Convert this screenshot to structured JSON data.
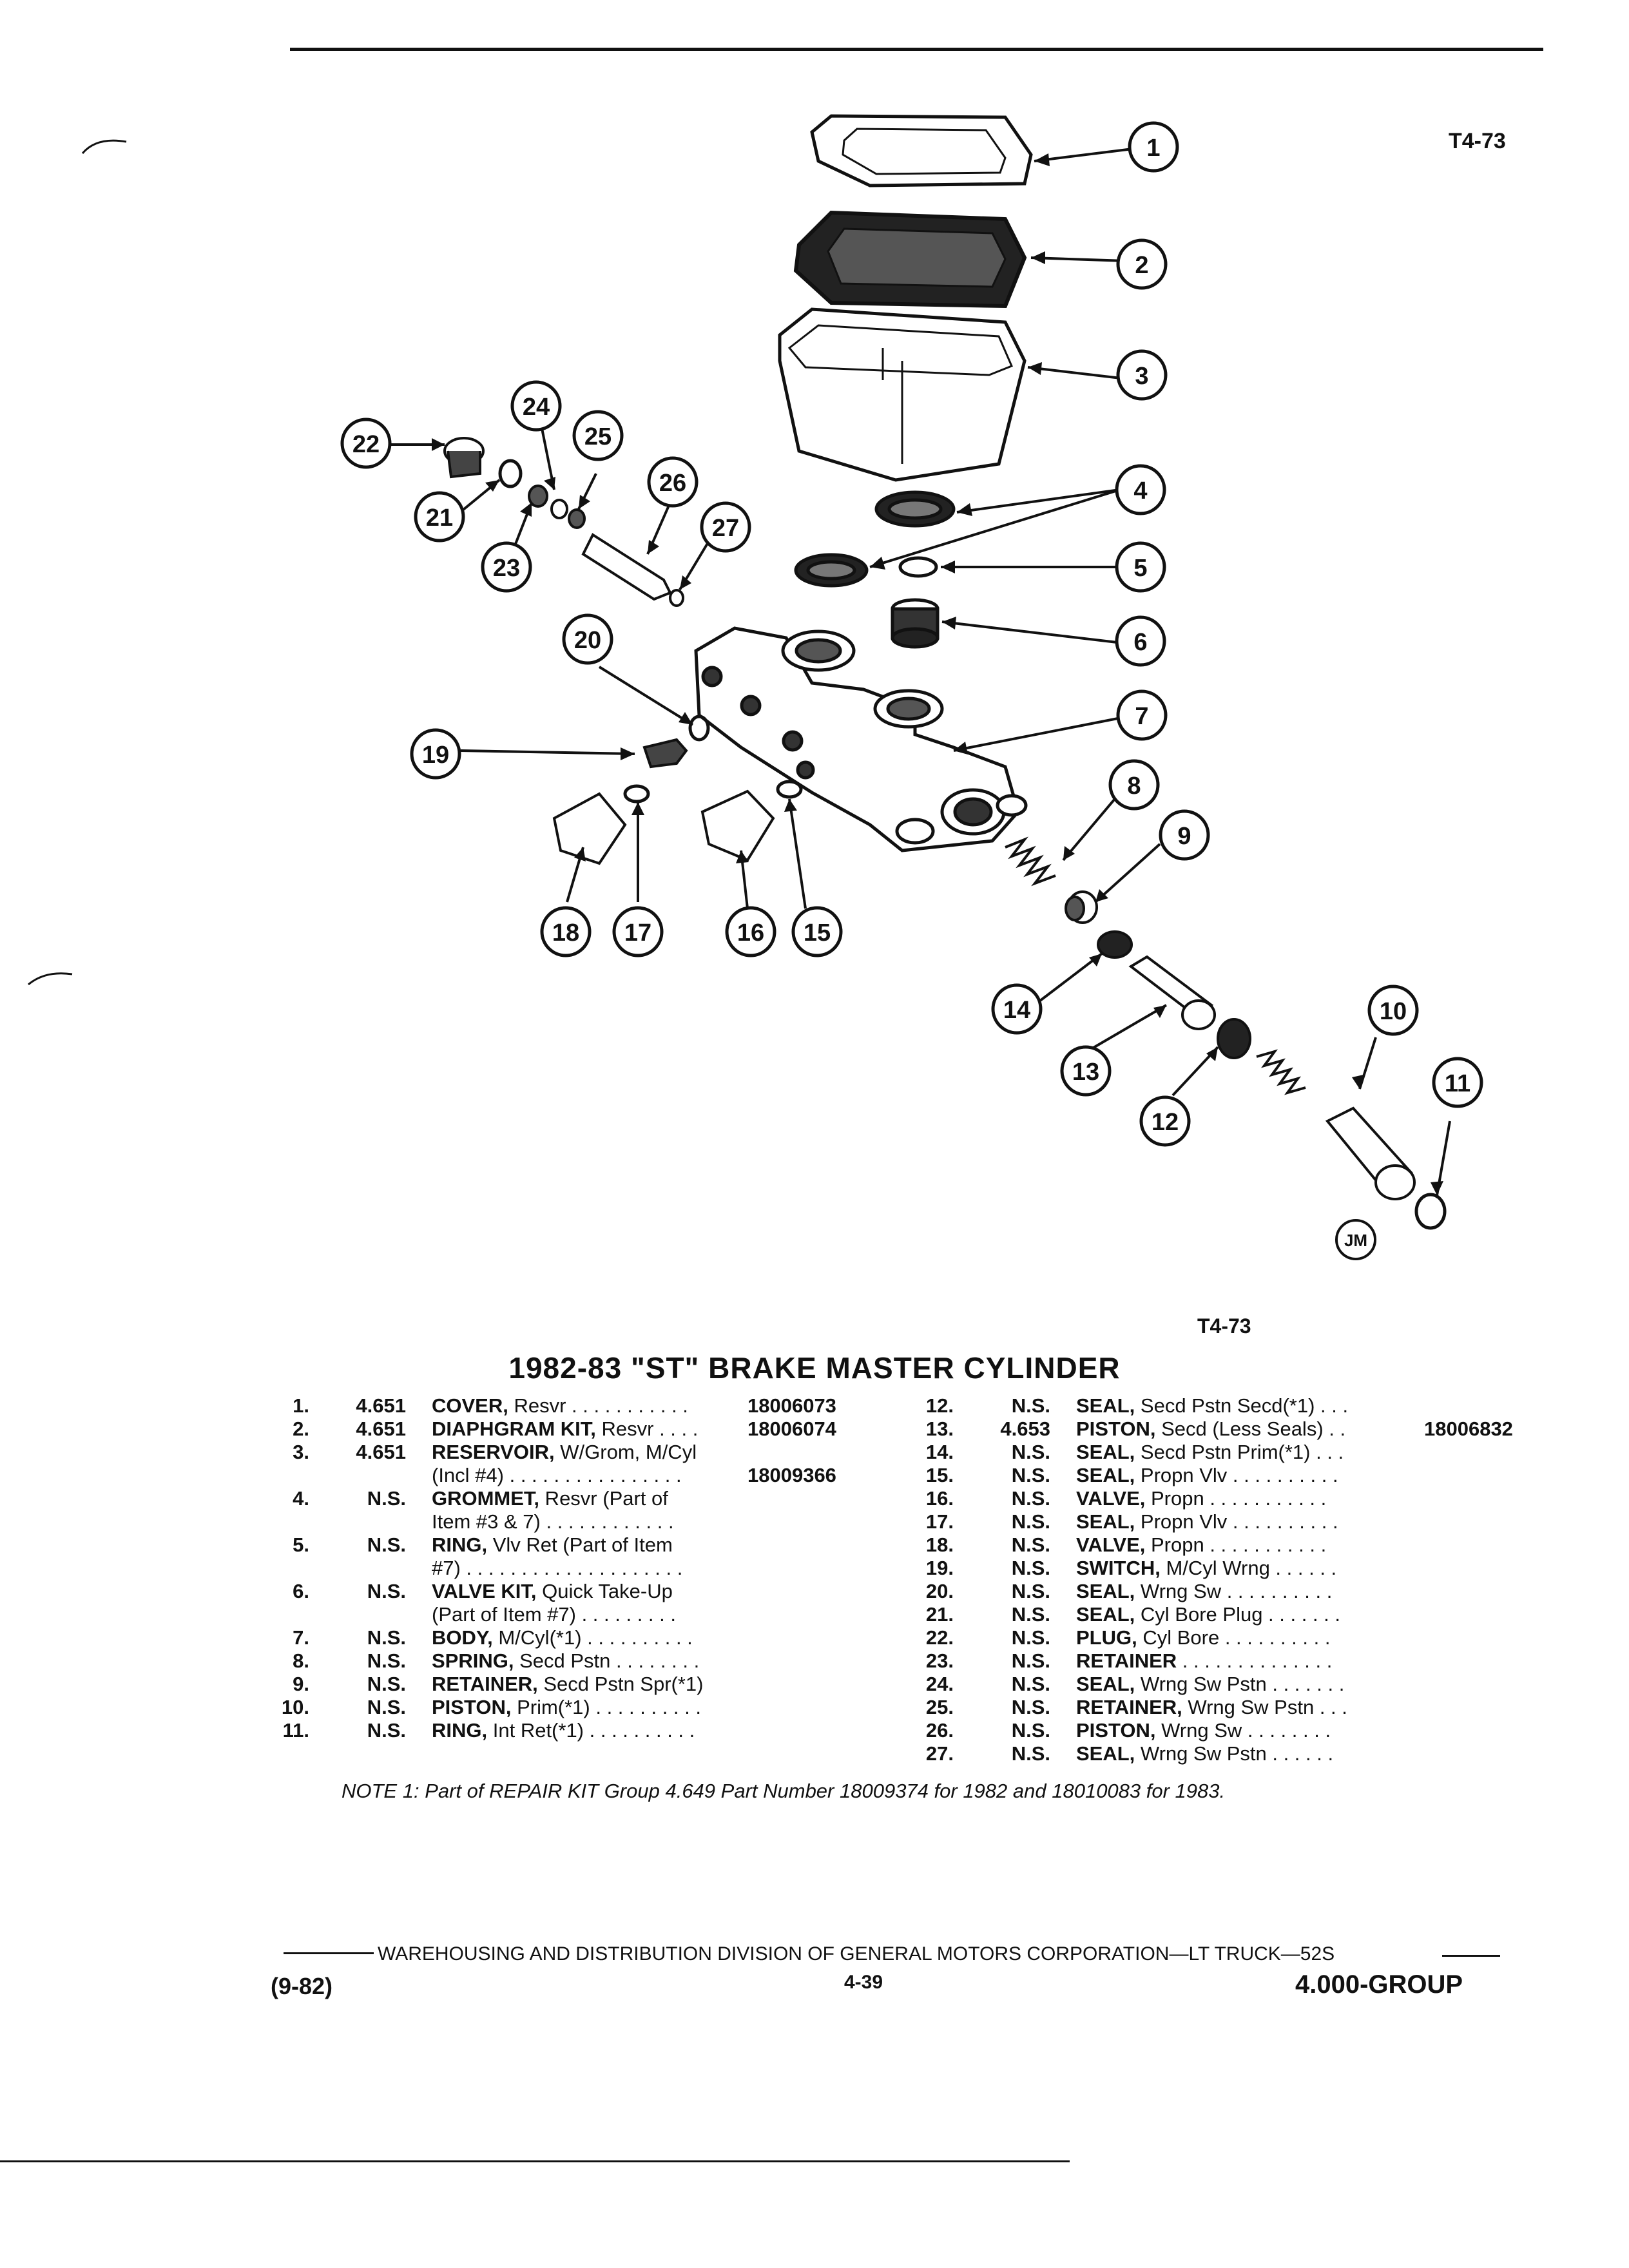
{
  "figure_code": "T4-73",
  "figure_code_bottom": "T4-73",
  "artist_mark": "JM",
  "title": "1982-83 \"ST\" BRAKE MASTER CYLINDER",
  "callouts": [
    "1",
    "2",
    "3",
    "4",
    "5",
    "6",
    "7",
    "8",
    "9",
    "10",
    "11",
    "12",
    "13",
    "14",
    "15",
    "16",
    "17",
    "18",
    "19",
    "20",
    "21",
    "22",
    "23",
    "24",
    "25",
    "26",
    "27"
  ],
  "parts_left": [
    {
      "num": "1.",
      "group": "4.651",
      "name": "COVER,",
      "rest": " Resvr  . . . . . . . . . . .",
      "part_no": "18006073"
    },
    {
      "num": "2.",
      "group": "4.651",
      "name": "DIAPHGRAM KIT,",
      "rest": " Resvr  . . . .",
      "part_no": "18006074"
    },
    {
      "num": "3.",
      "group": "4.651",
      "name": "RESERVOIR,",
      "rest": " W/Grom, M/Cyl",
      "part_no": ""
    },
    {
      "num": "",
      "group": "",
      "name": "",
      "rest": "(Incl #4) . . . . . . . . . . . . . . . .",
      "part_no": "18009366"
    },
    {
      "num": "4.",
      "group": "N.S.",
      "name": "GROMMET,",
      "rest": " Resvr (Part of",
      "part_no": ""
    },
    {
      "num": "",
      "group": "",
      "name": "",
      "rest": "Item #3 & 7)  . . . . . . . . . . . .",
      "part_no": ""
    },
    {
      "num": "5.",
      "group": "N.S.",
      "name": "RING,",
      "rest": " Vlv Ret (Part of Item",
      "part_no": ""
    },
    {
      "num": "",
      "group": "",
      "name": "",
      "rest": "#7) . . . . . . . . . . . . . . . . . . . .",
      "part_no": ""
    },
    {
      "num": "6.",
      "group": "N.S.",
      "name": "VALVE KIT,",
      "rest": " Quick Take-Up",
      "part_no": ""
    },
    {
      "num": "",
      "group": "",
      "name": "",
      "rest": "(Part of Item #7)  . . . . . . . . .",
      "part_no": ""
    },
    {
      "num": "7.",
      "group": "N.S.",
      "name": "BODY,",
      "rest": " M/Cyl(*1)  . . . . . . . . . .",
      "part_no": ""
    },
    {
      "num": "8.",
      "group": "N.S.",
      "name": "SPRING,",
      "rest": " Secd Pstn  . . . . . . . .",
      "part_no": ""
    },
    {
      "num": "9.",
      "group": "N.S.",
      "name": "RETAINER,",
      "rest": " Secd Pstn Spr(*1)",
      "part_no": ""
    },
    {
      "num": "10.",
      "group": "N.S.",
      "name": "PISTON,",
      "rest": " Prim(*1)  . . . . . . . . . .",
      "part_no": ""
    },
    {
      "num": "11.",
      "group": "N.S.",
      "name": "RING,",
      "rest": " Int Ret(*1)  . . . . . . . . . .",
      "part_no": ""
    }
  ],
  "parts_right": [
    {
      "num": "12.",
      "group": "N.S.",
      "name": "SEAL,",
      "rest": " Secd Pstn Secd(*1)  . . .",
      "part_no": ""
    },
    {
      "num": "13.",
      "group": "4.653",
      "name": "PISTON,",
      "rest": " Secd (Less Seals)  . .",
      "part_no": "18006832"
    },
    {
      "num": "14.",
      "group": "N.S.",
      "name": "SEAL,",
      "rest": " Secd Pstn Prim(*1)  . . .",
      "part_no": ""
    },
    {
      "num": "15.",
      "group": "N.S.",
      "name": "SEAL,",
      "rest": " Propn Vlv  . . . . . . . . . .",
      "part_no": ""
    },
    {
      "num": "16.",
      "group": "N.S.",
      "name": "VALVE,",
      "rest": " Propn  . . . . . . . . . . .",
      "part_no": ""
    },
    {
      "num": "17.",
      "group": "N.S.",
      "name": "SEAL,",
      "rest": " Propn Vlv  . . . . . . . . . .",
      "part_no": ""
    },
    {
      "num": "18.",
      "group": "N.S.",
      "name": "VALVE,",
      "rest": " Propn  . . . . . . . . . . .",
      "part_no": ""
    },
    {
      "num": "19.",
      "group": "N.S.",
      "name": "SWITCH,",
      "rest": " M/Cyl Wrng  . . . . . .",
      "part_no": ""
    },
    {
      "num": "20.",
      "group": "N.S.",
      "name": "SEAL,",
      "rest": " Wrng Sw  . . . . . . . . . .",
      "part_no": ""
    },
    {
      "num": "21.",
      "group": "N.S.",
      "name": "SEAL,",
      "rest": " Cyl Bore Plug  . . . . . . .",
      "part_no": ""
    },
    {
      "num": "22.",
      "group": "N.S.",
      "name": "PLUG,",
      "rest": " Cyl Bore  . . . . . . . . . .",
      "part_no": ""
    },
    {
      "num": "23.",
      "group": "N.S.",
      "name": "RETAINER",
      "rest": "  . . . . . . . . . . . . . .",
      "part_no": ""
    },
    {
      "num": "24.",
      "group": "N.S.",
      "name": "SEAL,",
      "rest": " Wrng Sw Pstn  . . . . . . .",
      "part_no": ""
    },
    {
      "num": "25.",
      "group": "N.S.",
      "name": "RETAINER,",
      "rest": " Wrng Sw Pstn . . .",
      "part_no": ""
    },
    {
      "num": "26.",
      "group": "N.S.",
      "name": "PISTON,",
      "rest": " Wrng Sw  . . . . . . . .",
      "part_no": ""
    },
    {
      "num": "27.",
      "group": "N.S.",
      "name": "SEAL,",
      "rest": " Wrng Sw Pstn  . . . . . .",
      "part_no": ""
    }
  ],
  "note": "NOTE 1: Part of REPAIR KIT Group 4.649 Part Number 18009374 for 1982 and 18010083 for 1983.",
  "footer": {
    "division": "WAREHOUSING AND DISTRIBUTION  DIVISION OF GENERAL MOTORS CORPORATION—LT TRUCK—52S",
    "date": "(9-82)",
    "page": "4-39",
    "group": "4.000-GROUP"
  }
}
